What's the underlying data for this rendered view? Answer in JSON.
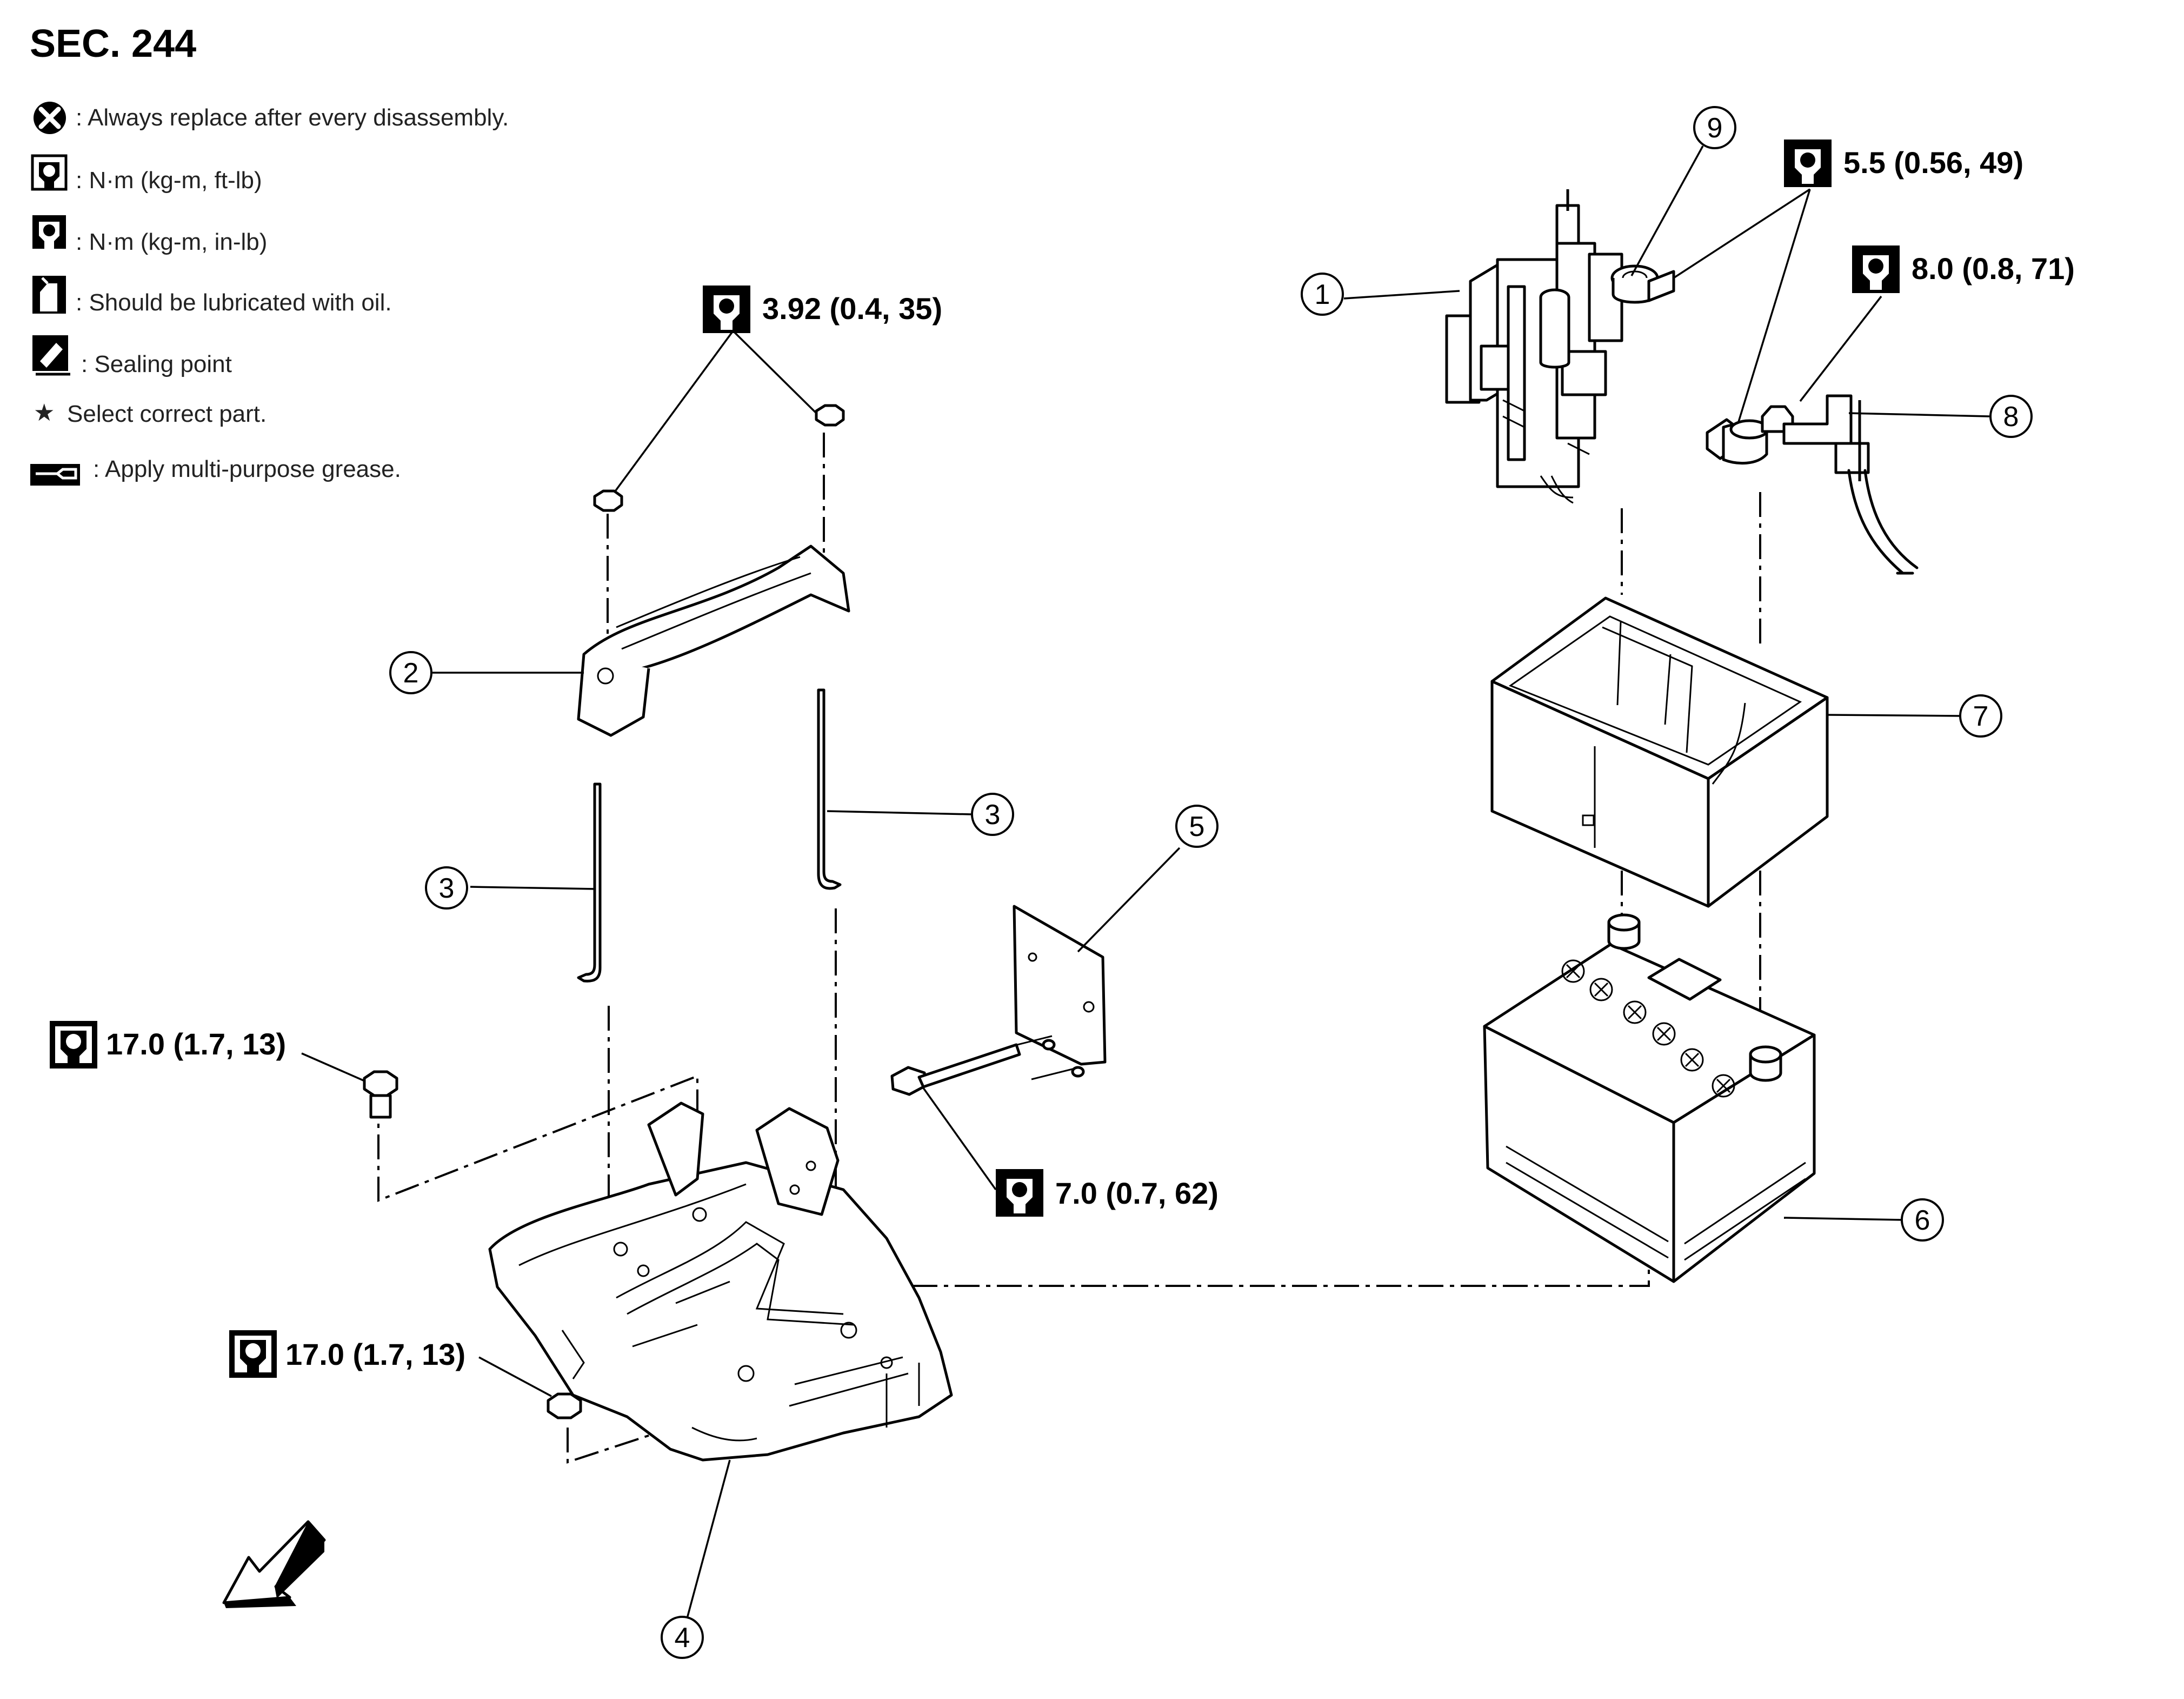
{
  "section": "SEC. 244",
  "legend": [
    {
      "icon": "replace-icon",
      "text": ": Always replace after every disassembly."
    },
    {
      "icon": "torque-ftlb-icon",
      "text": ": N·m (kg-m, ft-lb)"
    },
    {
      "icon": "torque-inlb-icon",
      "text": ": N·m (kg-m, in-lb)"
    },
    {
      "icon": "oil-can-icon",
      "text": ": Should be lubricated with oil."
    },
    {
      "icon": "sealing-icon",
      "text": ": Sealing point"
    },
    {
      "icon": "star-icon",
      "text": "Select correct part."
    },
    {
      "icon": "grease-icon",
      "text": ": Apply multi-purpose grease."
    }
  ],
  "torques": {
    "t1": "3.92 (0.4, 35)",
    "t2": "5.5 (0.56, 49)",
    "t3": "8.0 (0.8, 71)",
    "t4": "17.0 (1.7, 13)",
    "t5": "7.0 (0.7, 62)",
    "t6": "17.0 (1.7, 13)"
  },
  "callouts": {
    "c1": "1",
    "c2": "2",
    "c3a": "3",
    "c3b": "3",
    "c4": "4",
    "c5": "5",
    "c6": "6",
    "c7": "7",
    "c8": "8",
    "c9": "9"
  },
  "legend_star": "★"
}
